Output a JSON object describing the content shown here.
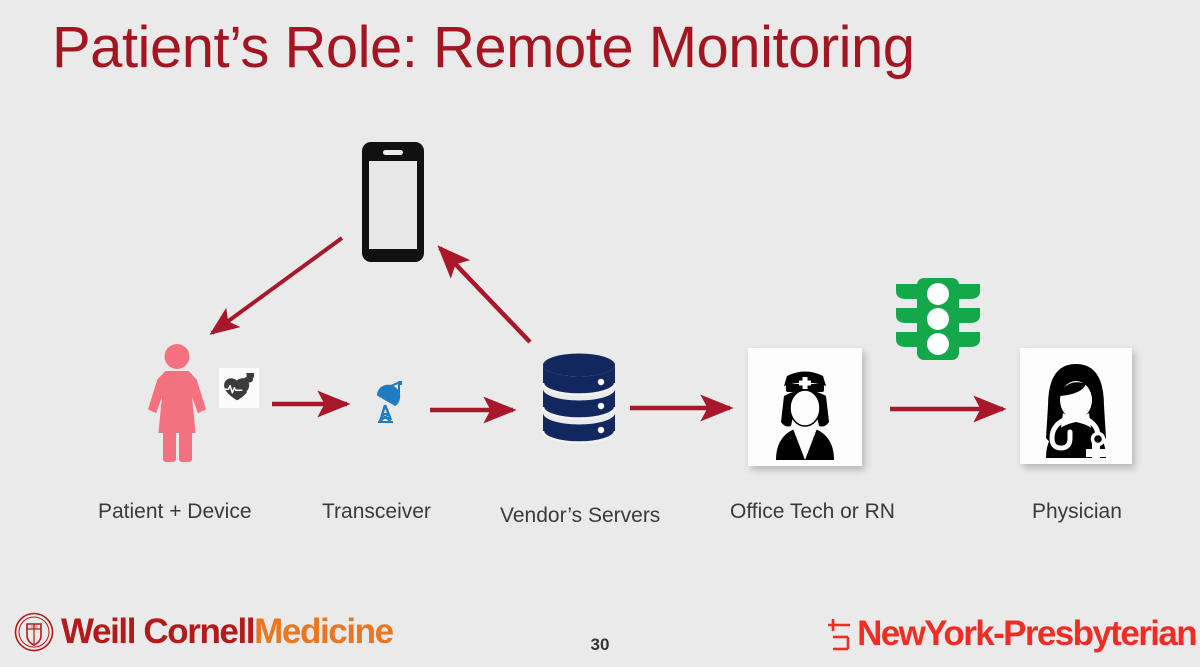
{
  "slide": {
    "title": "Patient’s Role: Remote Monitoring",
    "page_number": "30",
    "background_color": "#eaeaea",
    "title_color": "#a31621"
  },
  "diagram": {
    "type": "flow",
    "arrow_color": "#a8172a",
    "nodes": [
      {
        "id": "patient",
        "label": "Patient + Device",
        "icon": "female-person-icon",
        "secondary_icon": "heart-monitor-device-icon",
        "color": "#f4717f"
      },
      {
        "id": "transceiver",
        "label": "Transceiver",
        "icon": "satellite-dish-icon",
        "color": "#1f7cc2"
      },
      {
        "id": "vendor-servers",
        "label": "Vendor’s Servers",
        "icon": "database-icon",
        "color": "#12275e"
      },
      {
        "id": "office-tech",
        "label": "Office Tech or RN",
        "icon": "nurse-icon",
        "color": "#000000"
      },
      {
        "id": "physician",
        "label": "Physician",
        "icon": "physician-icon",
        "color": "#000000"
      }
    ],
    "phone": {
      "icon": "smartphone-icon",
      "color": "#111111"
    },
    "traffic_light": {
      "icon": "traffic-light-icon",
      "color": "#15a84b",
      "lights": 3
    },
    "connections": [
      {
        "from": "phone",
        "to": "patient",
        "style": "diagonal-arrow"
      },
      {
        "from": "vendor-servers",
        "to": "phone",
        "style": "diagonal-arrow"
      },
      {
        "from": "patient",
        "to": "transceiver",
        "style": "straight-arrow"
      },
      {
        "from": "transceiver",
        "to": "vendor-servers",
        "style": "straight-arrow"
      },
      {
        "from": "vendor-servers",
        "to": "office-tech",
        "style": "straight-arrow"
      },
      {
        "from": "office-tech",
        "to": "physician",
        "style": "straight-arrow"
      }
    ]
  },
  "footer": {
    "weill_cornell": {
      "part1": "Weill Cornell",
      "part2": "Medicine",
      "color1": "#b31b1b",
      "color2": "#e87722"
    },
    "nyp": {
      "text": "NewYork-Presbyterian",
      "color": "#ee2e24"
    }
  }
}
